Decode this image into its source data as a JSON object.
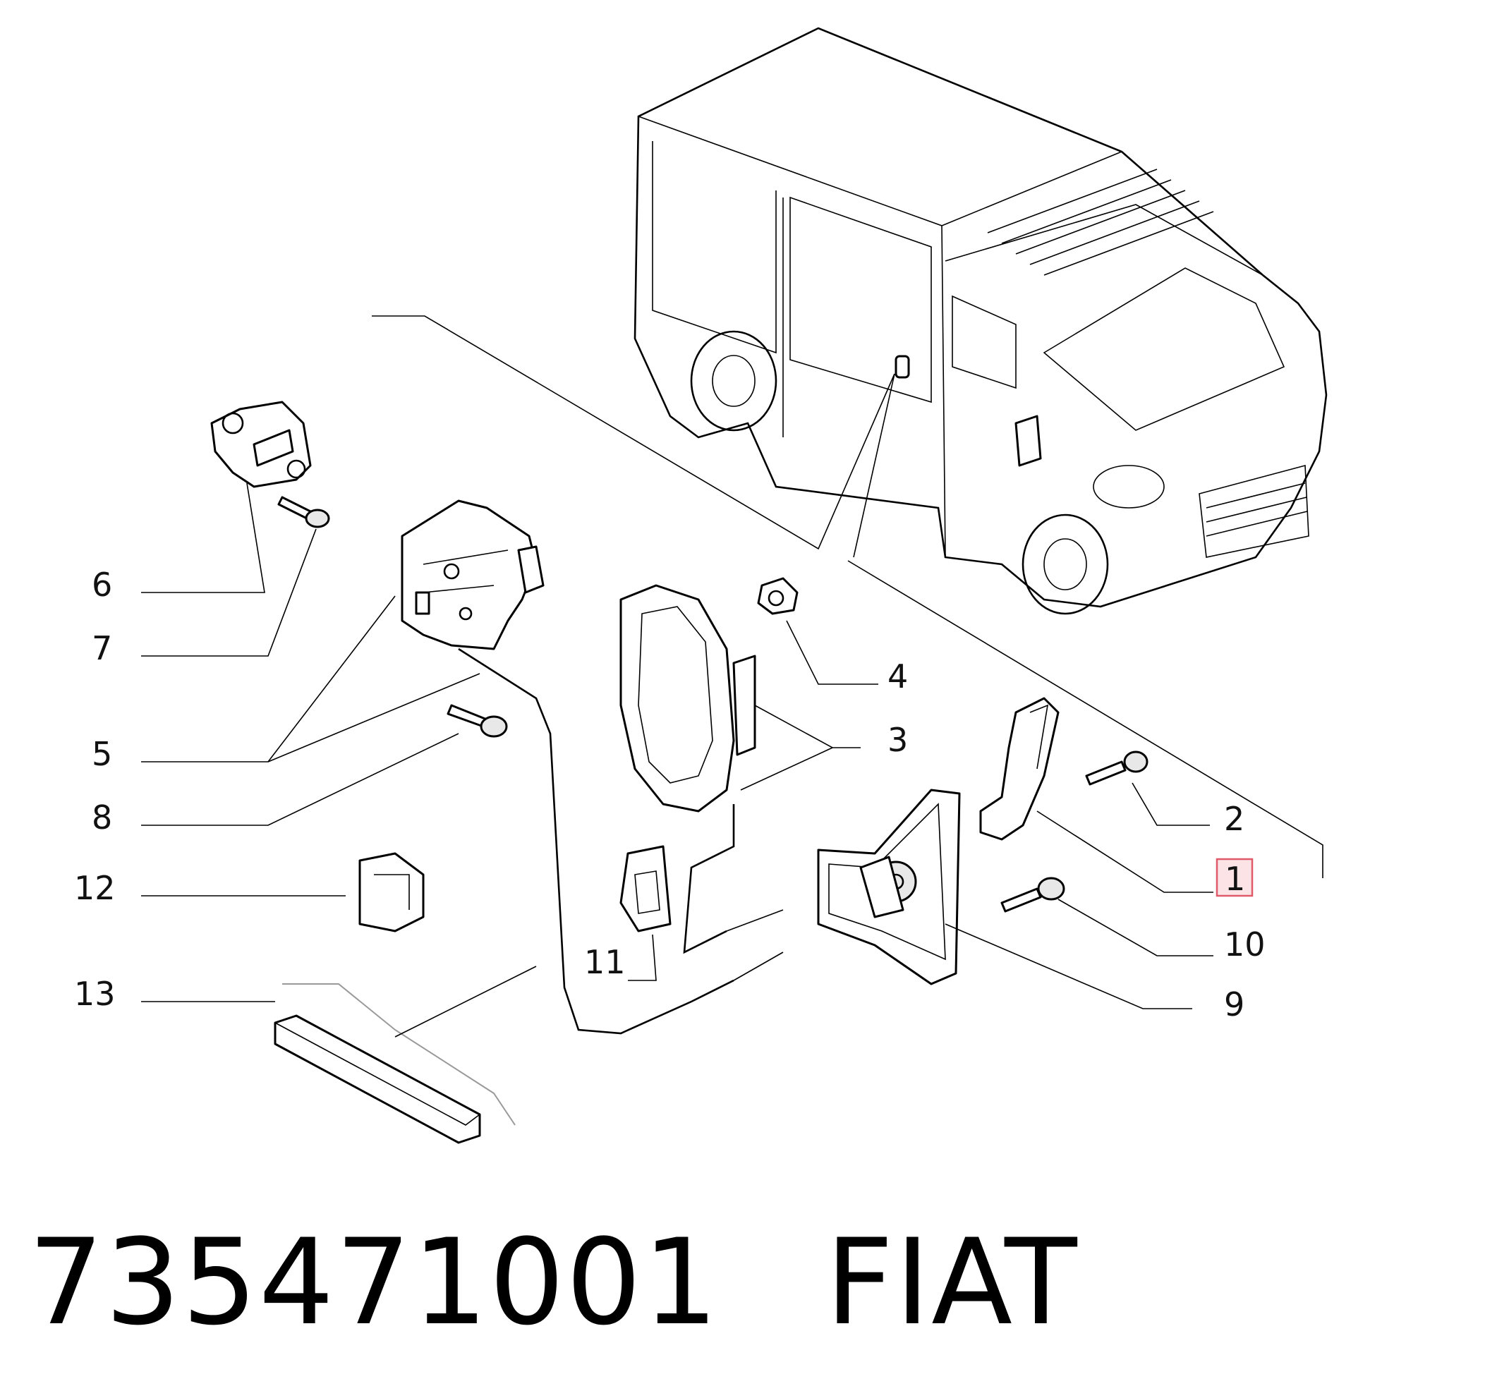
{
  "diagram": {
    "callouts": [
      {
        "id": "1",
        "label": "1",
        "highlight": true
      },
      {
        "id": "2",
        "label": "2"
      },
      {
        "id": "3",
        "label": "3"
      },
      {
        "id": "4",
        "label": "4"
      },
      {
        "id": "5",
        "label": "5"
      },
      {
        "id": "6",
        "label": "6"
      },
      {
        "id": "7",
        "label": "7"
      },
      {
        "id": "8",
        "label": "8"
      },
      {
        "id": "9",
        "label": "9"
      },
      {
        "id": "10",
        "label": "10"
      },
      {
        "id": "11",
        "label": "11"
      },
      {
        "id": "12",
        "label": "12"
      },
      {
        "id": "13",
        "label": "13"
      }
    ],
    "highlight_color": "#e05a6a",
    "highlight_fill": "#fbe3e6"
  },
  "caption": {
    "part_number": "735471001",
    "brand": "FIAT"
  }
}
